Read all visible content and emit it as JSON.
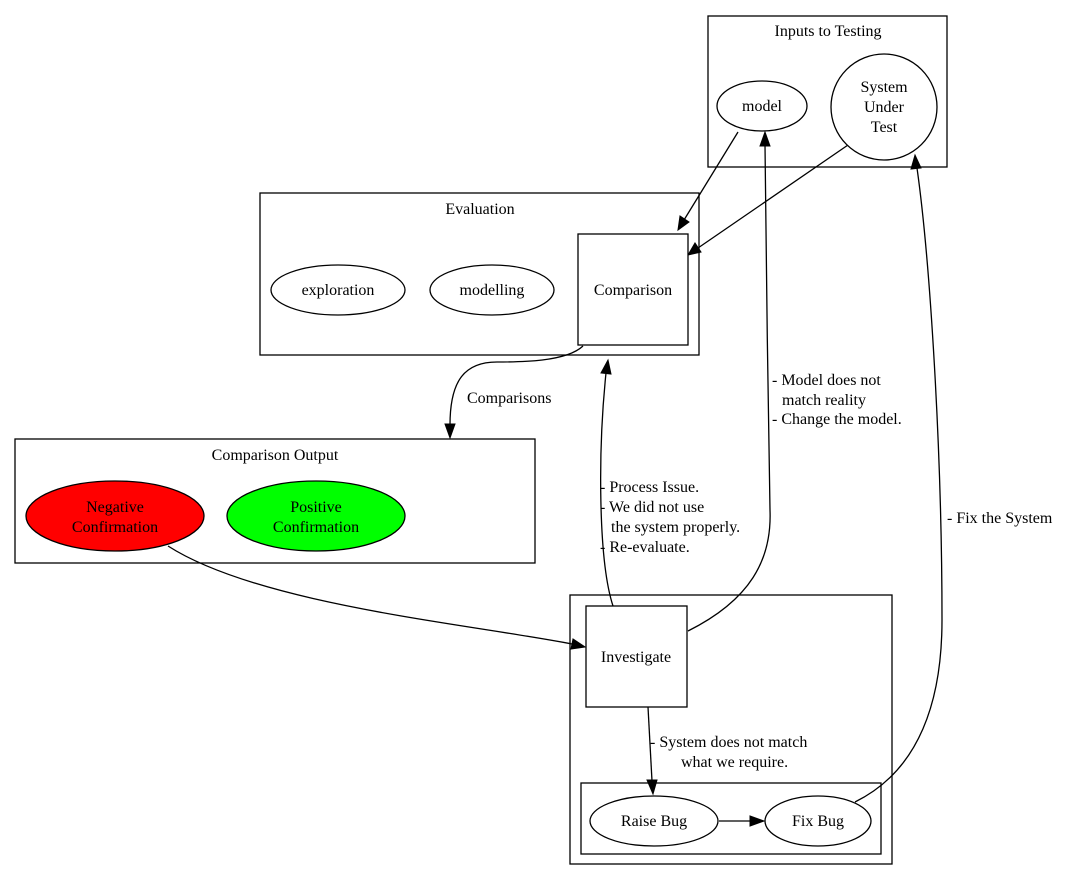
{
  "clusters": {
    "inputs": "Inputs to Testing",
    "evaluation": "Evaluation",
    "output": "Comparison Output"
  },
  "nodes": {
    "model": "model",
    "sut": [
      "System",
      "Under",
      "Test"
    ],
    "exploration": "exploration",
    "modelling": "modelling",
    "comparison": "Comparison",
    "negative": [
      "Negative",
      "Confirmation"
    ],
    "positive": [
      "Positive",
      "Confirmation"
    ],
    "investigate": "Investigate",
    "raise_bug": "Raise Bug",
    "fix_bug": "Fix Bug"
  },
  "edge_labels": {
    "comparisons": "Comparisons",
    "model_change": [
      "- Model does not",
      "match reality",
      "- Change the model."
    ],
    "process_issue": [
      "- Process Issue.",
      "- We did not use",
      "the system properly.",
      "- Re-evaluate."
    ],
    "fix_system": "- Fix the System",
    "system_mismatch": [
      "- System does not match",
      "what we require."
    ]
  },
  "colors": {
    "negative_fill": "#ff0000",
    "positive_fill": "#00ff00",
    "line": "#000000",
    "background": "#ffffff"
  }
}
